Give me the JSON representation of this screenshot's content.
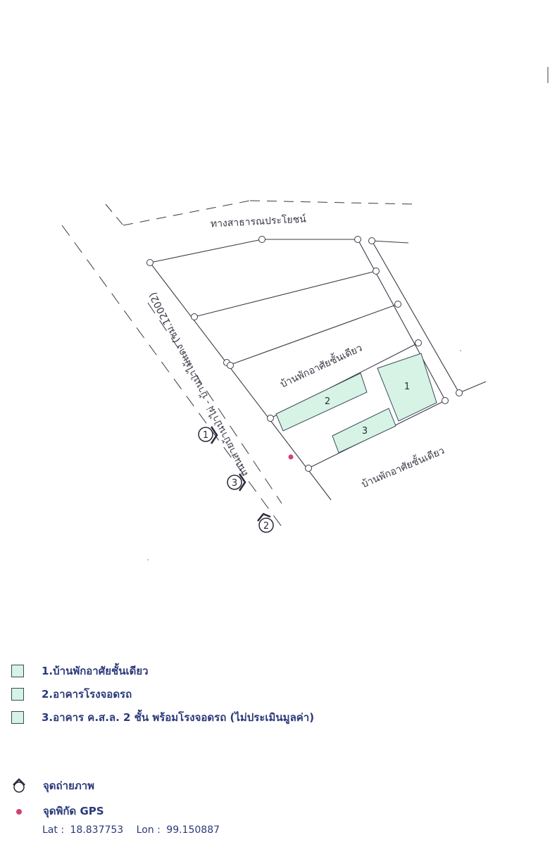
{
  "map": {
    "public_way_label": "ทางสาธารณประโยชน์",
    "road_label": "ถนนสายบ้านป่าไผ่ - บ้านป่าไม้แดง (ชม.12002)",
    "parcel_label_1": "บ้านพักอาศัยชั้นเดียว",
    "parcel_label_2": "บ้านพักอาศัยชั้นเดียว",
    "buildings": [
      "1",
      "2",
      "3"
    ],
    "photo_points": [
      "1",
      "3",
      "2"
    ],
    "building_color": "#d6f3e6",
    "gps_color": "#d0407a"
  },
  "legend": {
    "items": [
      "1.บ้านพักอาศัยชั้นเดียว",
      "2.อาคารโรงจอดรถ",
      "3.อาคาร ค.ส.ล. 2 ชั้น พร้อมโรงจอดรถ (ไม่ประเมินมูลค่า)"
    ],
    "photo_point": "จุดถ่ายภาพ",
    "gps_point": "จุดพิกัด GPS",
    "lat_label": "Lat :",
    "lat_value": "18.837753",
    "lon_label": "Lon :",
    "lon_value": "99.150887"
  }
}
